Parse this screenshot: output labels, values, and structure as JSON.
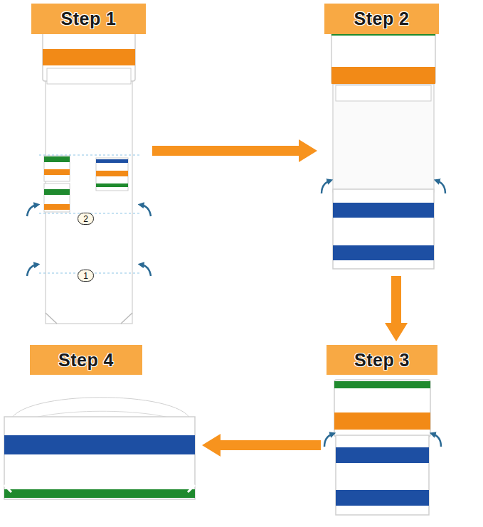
{
  "diagram": {
    "nodes": [
      {
        "text": [
          "Step 1"
        ]
      },
      {
        "text": [
          "2"
        ],
        "in": 0
      },
      {
        "text": [
          "1"
        ],
        "in": 0
      },
      {
        "text": [
          "Step 2"
        ]
      },
      {
        "text": [
          "Step 3"
        ]
      },
      {
        "text": [
          "Step 4"
        ]
      }
    ],
    "edges": [
      {
        "from": 0,
        "to": 3,
        "arrow": "to"
      },
      {
        "from": 3,
        "to": 4,
        "arrow": "to"
      },
      {
        "from": 4,
        "to": 5,
        "arrow": "to"
      }
    ]
  }
}
